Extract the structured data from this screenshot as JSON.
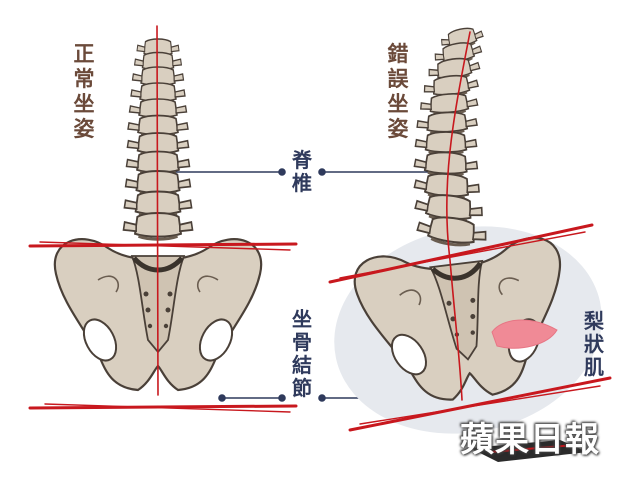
{
  "labels": {
    "normal_posture": "正常坐姿",
    "wrong_posture": "錯誤坐姿",
    "spine": "脊椎",
    "ischial_tuberosity": "坐骨結節",
    "piriformis": "梨狀肌"
  },
  "watermark": "蘋果日報",
  "colors": {
    "bone_fill": "#d9cfc0",
    "bone_outline": "#4a4038",
    "bone_dark": "#6a5d50",
    "red_line": "#c8181e",
    "connector": "#2f3a5c",
    "label_brown": "#6b4a3a",
    "piriformis": "#f08a96",
    "halo": "#e6e9ee"
  }
}
